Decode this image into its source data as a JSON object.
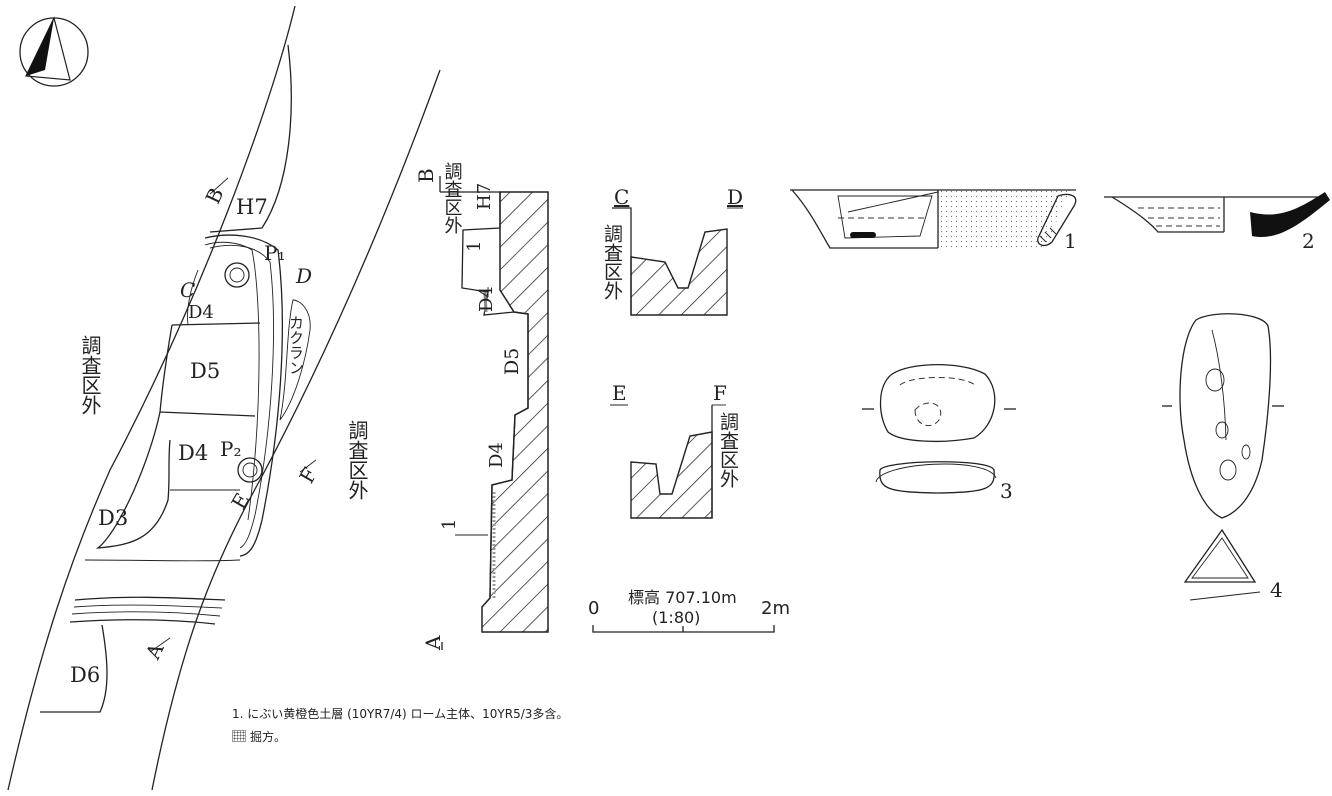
{
  "north_arrow": {
    "icon": "north-arrow-icon"
  },
  "plan": {
    "labels": {
      "B": "B",
      "A": "A",
      "C": "C",
      "D": "D",
      "E": "E",
      "F": "F",
      "H7": "H7",
      "D3": "D3",
      "D4_upper": "D4",
      "D4_lower": "D4",
      "D5": "D5",
      "D6": "D6",
      "P1": "P₁",
      "P2": "P₂",
      "kakuran": "カクラン",
      "outside_left": "調査区外",
      "outside_right": "調査区外"
    }
  },
  "section_ab": {
    "labels": {
      "B": "B",
      "A": "A",
      "outside": "調査区外",
      "H7": "H7",
      "layer1_top": "1",
      "D4_upper": "D4",
      "D5": "D5",
      "D4_lower": "D4",
      "layer1_bottom": "1"
    }
  },
  "section_cd": {
    "labels": {
      "C": "C",
      "D": "D",
      "outside": "調査区外"
    }
  },
  "section_ef": {
    "labels": {
      "E": "E",
      "F": "F",
      "outside": "調査区外"
    }
  },
  "scale_bar": {
    "zero": "0",
    "max": "2m",
    "elevation": "標高 707.10m",
    "ratio": "(1:80)"
  },
  "artifacts": {
    "labels": [
      "1",
      "2",
      "3",
      "4"
    ]
  },
  "notes": {
    "layer1": "1. にぶい黄橙色土層 (10YR7/4) ローム主体、10YR5/3多含。",
    "excavation": "掘方。"
  }
}
